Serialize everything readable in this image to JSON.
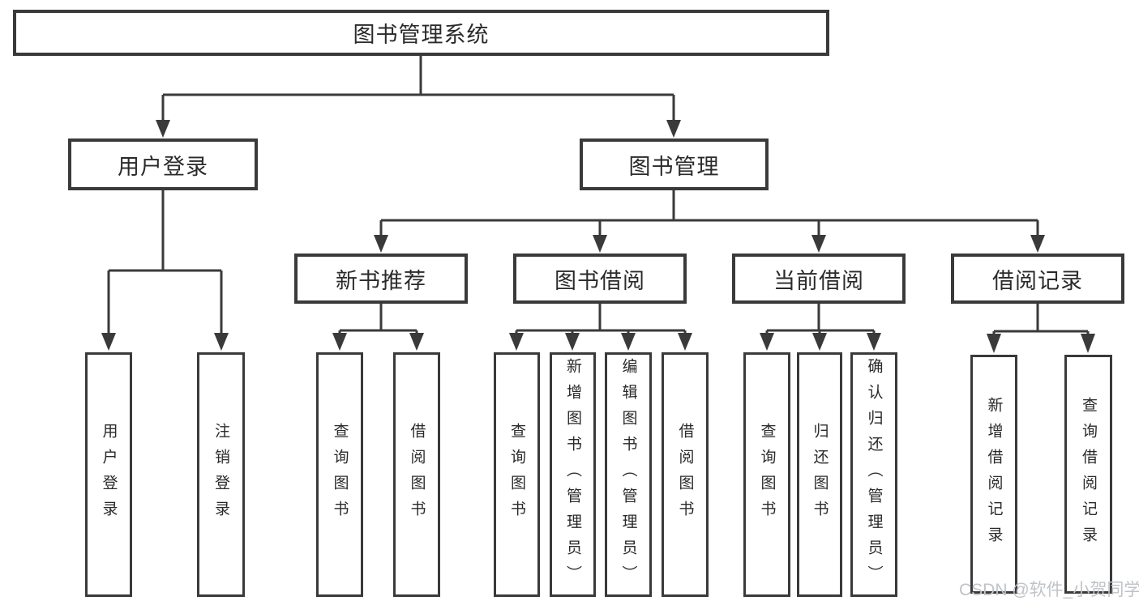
{
  "tree": {
    "root": {
      "label": "图书管理系统"
    },
    "branches": [
      {
        "label": "用户登录",
        "children": [
          {
            "label": "用户登录"
          },
          {
            "label": "注销登录"
          }
        ]
      },
      {
        "label": "图书管理",
        "children": [
          {
            "label": "新书推荐",
            "children": [
              {
                "label": "查询图书"
              },
              {
                "label": "借阅图书"
              }
            ]
          },
          {
            "label": "图书借阅",
            "children": [
              {
                "label": "查询图书"
              },
              {
                "label": "新增图书（管理员）"
              },
              {
                "label": "编辑图书（管理员）"
              },
              {
                "label": "借阅图书"
              }
            ]
          },
          {
            "label": "当前借阅",
            "children": [
              {
                "label": "查询图书"
              },
              {
                "label": "归还图书"
              },
              {
                "label": "确认归还（管理员）"
              }
            ]
          },
          {
            "label": "借阅记录",
            "children": [
              {
                "label": "新增借阅记录"
              },
              {
                "label": "查询借阅记录"
              }
            ]
          }
        ]
      }
    ]
  },
  "watermark": {
    "text": "CSDN @软件_小贺同学"
  },
  "colors": {
    "line": "#3a3a3a",
    "text": "#2a2a2a",
    "watermark": "#bfc3c8",
    "background": "#ffffff"
  }
}
